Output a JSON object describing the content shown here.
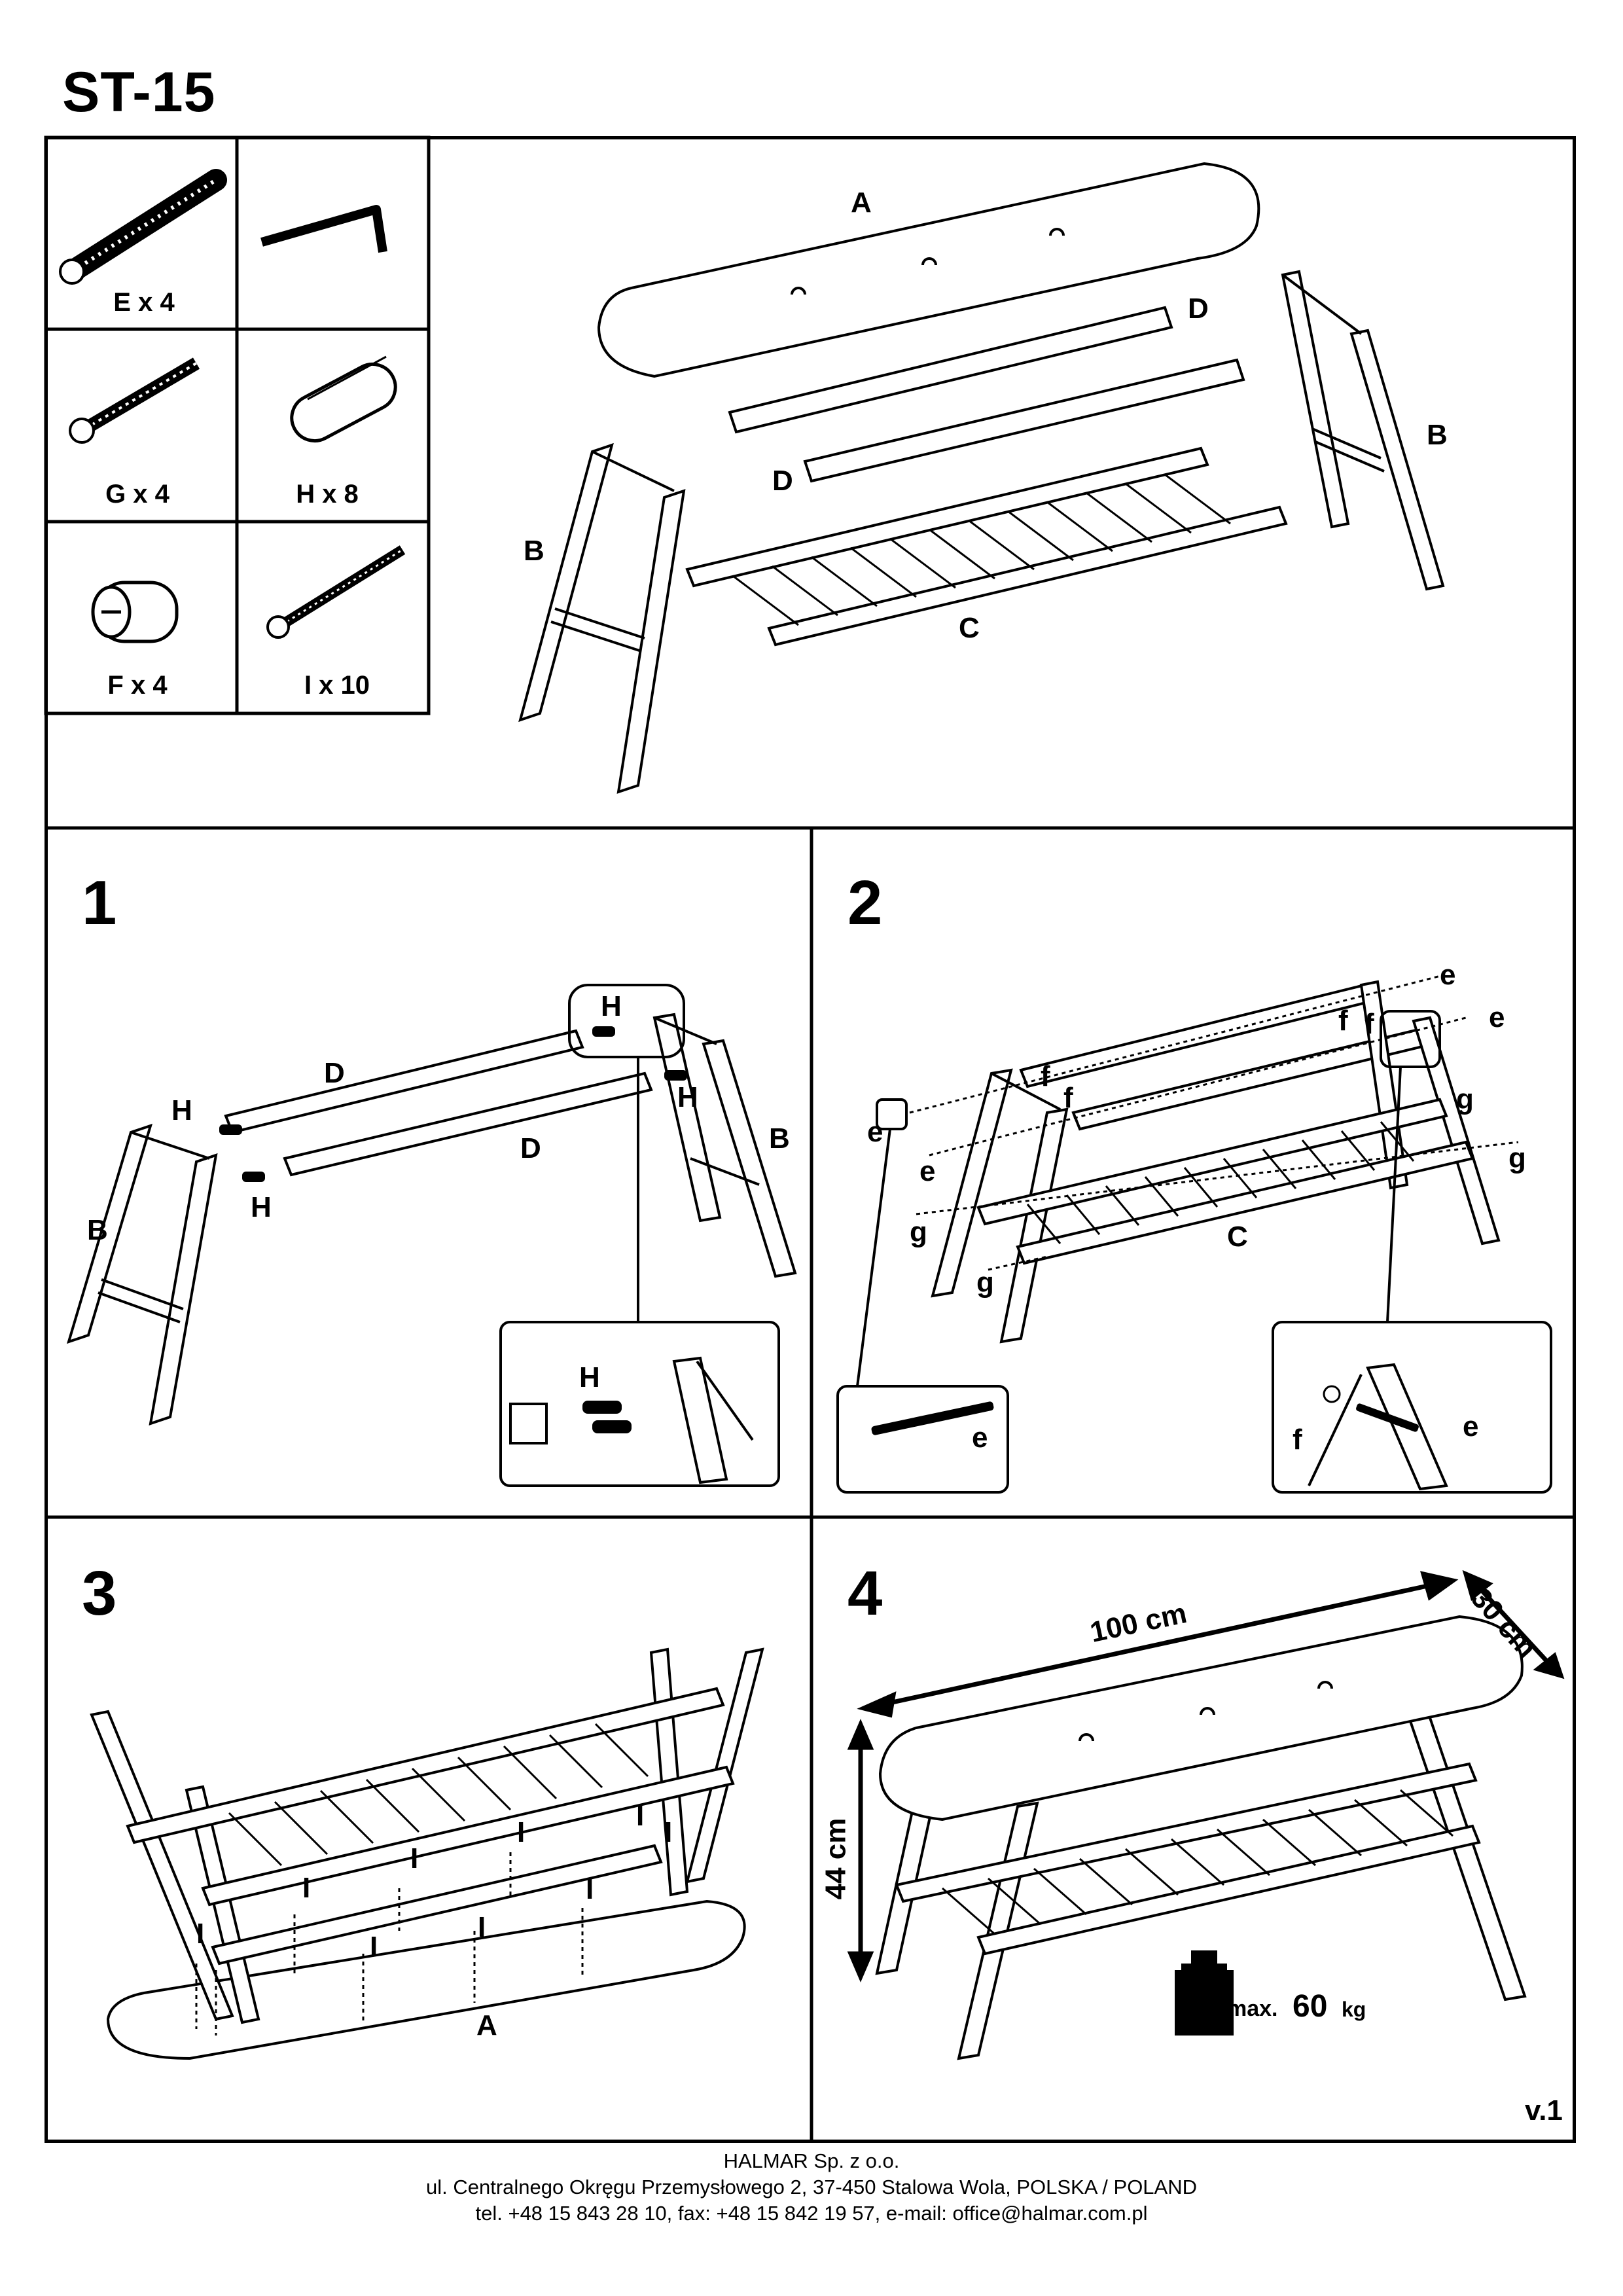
{
  "document": {
    "model": "ST-15",
    "version": "v.1"
  },
  "parts": [
    {
      "label": "E x 4",
      "icon": "bolt-icon"
    },
    {
      "label": "",
      "icon": "allen-key-icon"
    },
    {
      "label": "G x 4",
      "icon": "wood-screw-icon"
    },
    {
      "label": "H x 8",
      "icon": "dowel-icon"
    },
    {
      "label": "F x 4",
      "icon": "cam-nut-icon"
    },
    {
      "label": "I x 10",
      "icon": "screw-icon"
    }
  ],
  "components": {
    "a": "A",
    "b": "B",
    "c": "C",
    "d": "D"
  },
  "steps": {
    "s1": {
      "number": "1",
      "h": "H",
      "d": "D",
      "b": "B"
    },
    "s2": {
      "number": "2",
      "e": "e",
      "f": "f",
      "g": "g",
      "c": "C"
    },
    "s3": {
      "number": "3",
      "i": "I",
      "a": "A"
    },
    "s4": {
      "number": "4",
      "length": "100 cm",
      "depth": "30 cm",
      "height": "44 cm",
      "max_label": "max.",
      "max_value": "60",
      "max_unit": "kg"
    }
  },
  "footer": {
    "company": "HALMAR Sp. z o.o.",
    "address": "ul. Centralnego Okręgu Przemysłowego 2, 37-450 Stalowa Wola, POLSKA / POLAND",
    "contact": "tel. +48 15 843 28 10, fax: +48 15 842 19 57, e-mail: office@halmar.com.pl"
  }
}
